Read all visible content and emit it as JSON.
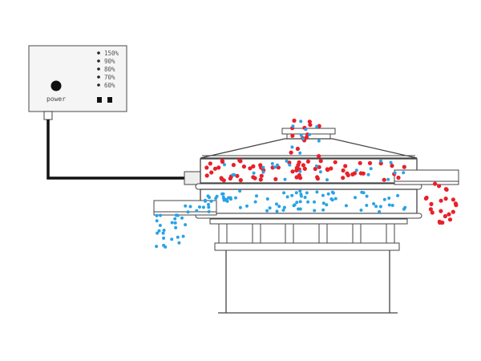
{
  "control_box": {
    "power_label": "power",
    "levels": [
      "150%",
      "90%",
      "80%",
      "70%",
      "60%"
    ]
  },
  "colors": {
    "coarse_particles": "#e8202a",
    "fine_particles": "#29a3e6",
    "outline": "#333333",
    "cable": "#111111",
    "panel_fill": "#f5f5f5"
  }
}
